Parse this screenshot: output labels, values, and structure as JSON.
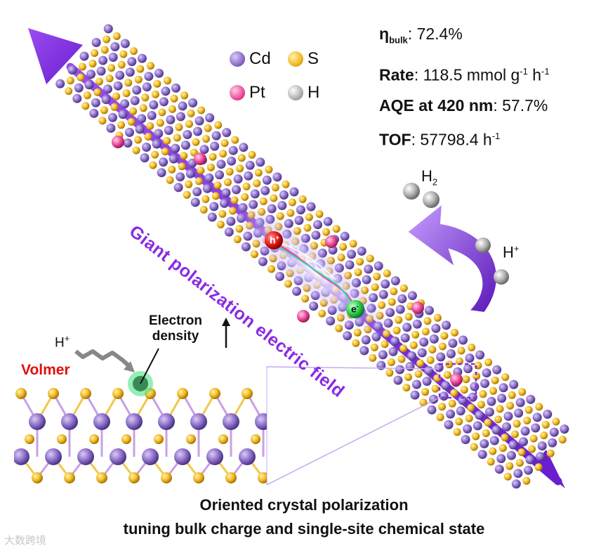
{
  "legend": [
    {
      "label": "Cd",
      "color": "#8b6cc8",
      "icon": "cd-atom-icon"
    },
    {
      "label": "S",
      "color": "#f0b820",
      "icon": "s-atom-icon"
    },
    {
      "label": "Pt",
      "color": "#ec4a9a",
      "icon": "pt-atom-icon"
    },
    {
      "label": "H",
      "color": "#a8a8a8",
      "icon": "h-atom-icon"
    }
  ],
  "metrics": {
    "eta": {
      "symbol": "η",
      "sub": "bulk",
      "value": ": 72.4%"
    },
    "rate": {
      "label": "Rate",
      "value": ": 118.5 mmol g",
      "exp1": "-1",
      "mid": " h",
      "exp2": "-1"
    },
    "aqe": {
      "label": "AQE at 420 nm",
      "value": ": 57.7%"
    },
    "tof": {
      "label": "TOF",
      "value": ": 57798.4 h",
      "exp": "-1"
    }
  },
  "species": {
    "h2": {
      "base": "H",
      "sub": "2"
    },
    "hplus": {
      "base": "H",
      "sup": "+"
    },
    "hplus_inset": {
      "base": "H",
      "sup": "+"
    }
  },
  "carriers": {
    "hole": {
      "base": "h",
      "sup": "+"
    },
    "electron": {
      "base": "e",
      "sup": "-"
    }
  },
  "field_label": "Giant polarization electric field",
  "inset": {
    "volmer": "Volmer",
    "electron_density_line1": "Electron",
    "electron_density_line2": "density"
  },
  "caption": {
    "line1": "Oriented crystal polarization",
    "line2": "tuning bulk charge and single-site chemical state"
  },
  "watermark": "大数跨境",
  "colors": {
    "cd": "#8b6cc8",
    "s": "#f0b820",
    "pt": "#ec4a9a",
    "h": "#a8a8a8",
    "arrow": "#8a2be2",
    "hole": "#e21b1b",
    "electron": "#2fcf4f",
    "volmer": "#e01010"
  }
}
